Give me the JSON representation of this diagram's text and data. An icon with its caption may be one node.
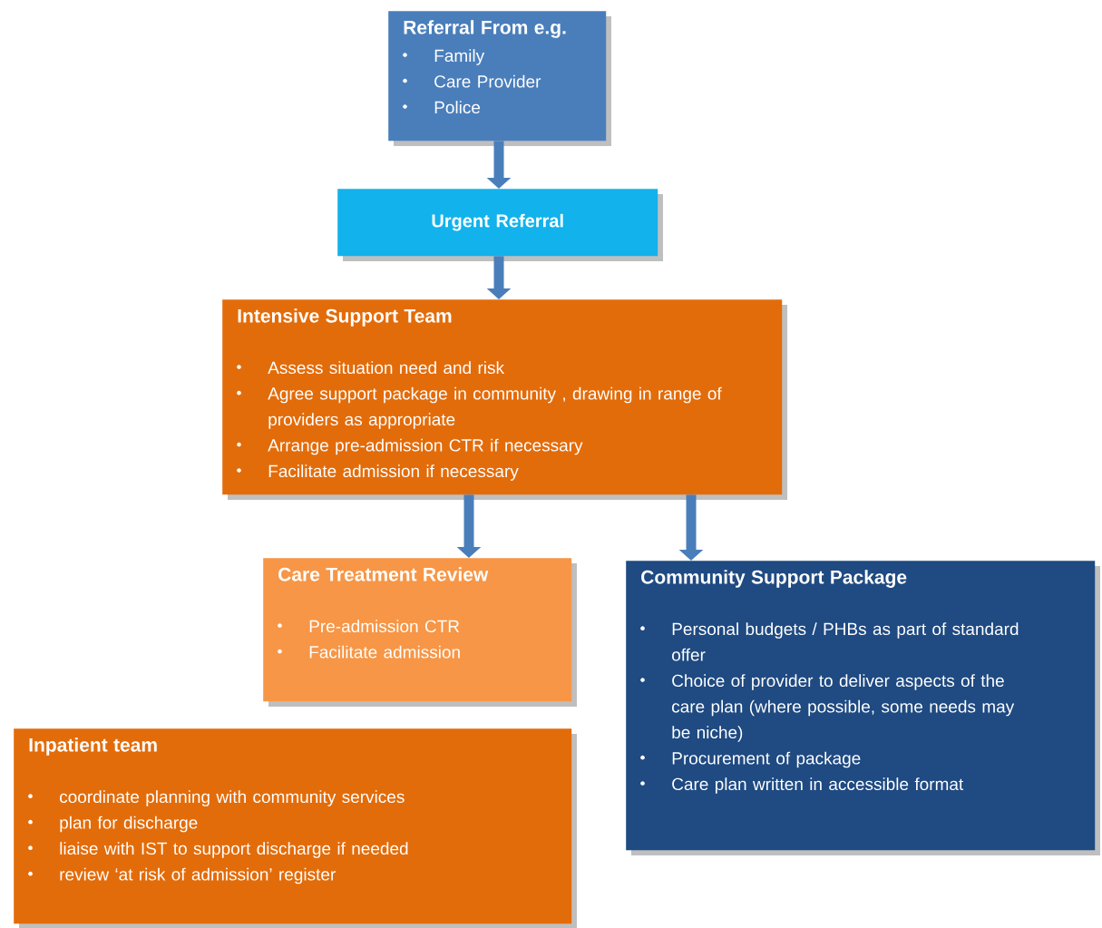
{
  "diagram": {
    "nodes": [
      {
        "text": [
          "Referral From e.g.",
          "Family",
          "Care Provider",
          "Police"
        ]
      },
      {
        "text": [
          "Urgent Referral"
        ]
      },
      {
        "text": [
          "Intensive Support Team",
          "Assess situation need and risk",
          "Agree support package in community , drawing in range of providers as appropriate",
          "Arrange pre-admission CTR if necessary",
          "Facilitate admission if necessary"
        ]
      },
      {
        "text": [
          "Care Treatment Review",
          "Pre-admission CTR",
          "Facilitate admission"
        ]
      },
      {
        "text": [
          "Community Support Package",
          "Personal budgets / PHBs as part of standard offer",
          "Choice of provider to deliver aspects of the care plan (where possible, some needs may be niche)",
          "Procurement of package",
          "Care plan written in accessible format"
        ]
      },
      {
        "text": [
          "Inpatient team",
          "coordinate planning with community services",
          "plan for discharge",
          "liaise with IST to support discharge if needed",
          "review ‘at risk of admission’ register"
        ]
      }
    ],
    "edges": [
      {
        "from": 0,
        "to": 1,
        "arrow": "to"
      },
      {
        "from": 1,
        "to": 2,
        "arrow": "to"
      },
      {
        "from": 2,
        "to": 3,
        "arrow": "to"
      },
      {
        "from": 2,
        "to": 4,
        "arrow": "to"
      }
    ]
  }
}
